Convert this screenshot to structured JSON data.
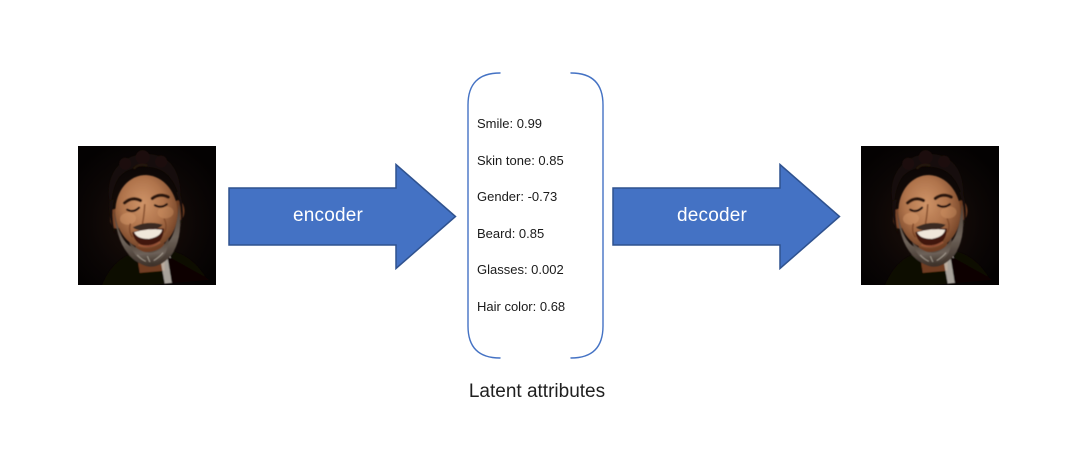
{
  "diagram": {
    "encoder": {
      "label": "encoder"
    },
    "decoder": {
      "label": "decoder"
    },
    "latent": {
      "caption": "Latent attributes",
      "attributes": [
        "Smile: 0.99",
        "Skin tone: 0.85",
        "Gender: -0.73",
        "Beard: 0.85",
        "Glasses: 0.002",
        "Hair color: 0.68"
      ]
    },
    "images": {
      "input_description": "photo of smiling bearded man on black background",
      "output_description": "reconstructed photo of smiling bearded man on black background"
    },
    "colors": {
      "arrow_fill": "#4472C4",
      "arrow_outline": "#2F528F",
      "bracket_stroke": "#4472C4",
      "arrow_label_text": "#FFFFFF",
      "body_text": "#1A1A1A",
      "background": "#FFFFFF"
    }
  }
}
